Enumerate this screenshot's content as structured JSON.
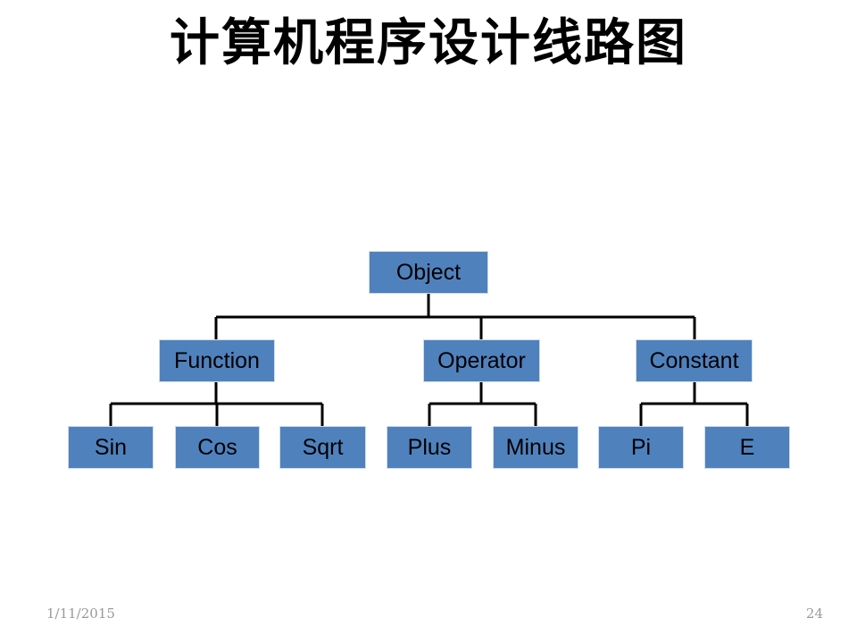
{
  "slide": {
    "title": "计算机程序设计线路图",
    "page_number": "24",
    "date": "1/11/2015",
    "background_color": "#FFFFFF"
  },
  "diagram": {
    "type": "hierarchy-tree",
    "node_fill_color": "#4F81BD",
    "node_border_color": "#CFDCEA",
    "connector_color": "#000000",
    "nodes": [
      {
        "id": "object",
        "label": "Object",
        "level": 0
      },
      {
        "id": "function",
        "label": "Function",
        "level": 1
      },
      {
        "id": "operator",
        "label": "Operator",
        "level": 1
      },
      {
        "id": "constant",
        "label": "Constant",
        "level": 1
      },
      {
        "id": "sin",
        "label": "Sin",
        "level": 2
      },
      {
        "id": "cos",
        "label": "Cos",
        "level": 2
      },
      {
        "id": "sqrt",
        "label": "Sqrt",
        "level": 2
      },
      {
        "id": "plus",
        "label": "Plus",
        "level": 2
      },
      {
        "id": "minus",
        "label": "Minus",
        "level": 2
      },
      {
        "id": "pi",
        "label": "Pi",
        "level": 2
      },
      {
        "id": "e",
        "label": "E",
        "level": 2
      }
    ],
    "edges": [
      {
        "from": "object",
        "to": "function"
      },
      {
        "from": "object",
        "to": "operator"
      },
      {
        "from": "object",
        "to": "constant"
      },
      {
        "from": "function",
        "to": "sin"
      },
      {
        "from": "function",
        "to": "cos"
      },
      {
        "from": "function",
        "to": "sqrt"
      },
      {
        "from": "operator",
        "to": "plus"
      },
      {
        "from": "operator",
        "to": "minus"
      },
      {
        "from": "constant",
        "to": "pi"
      },
      {
        "from": "constant",
        "to": "e"
      }
    ]
  }
}
